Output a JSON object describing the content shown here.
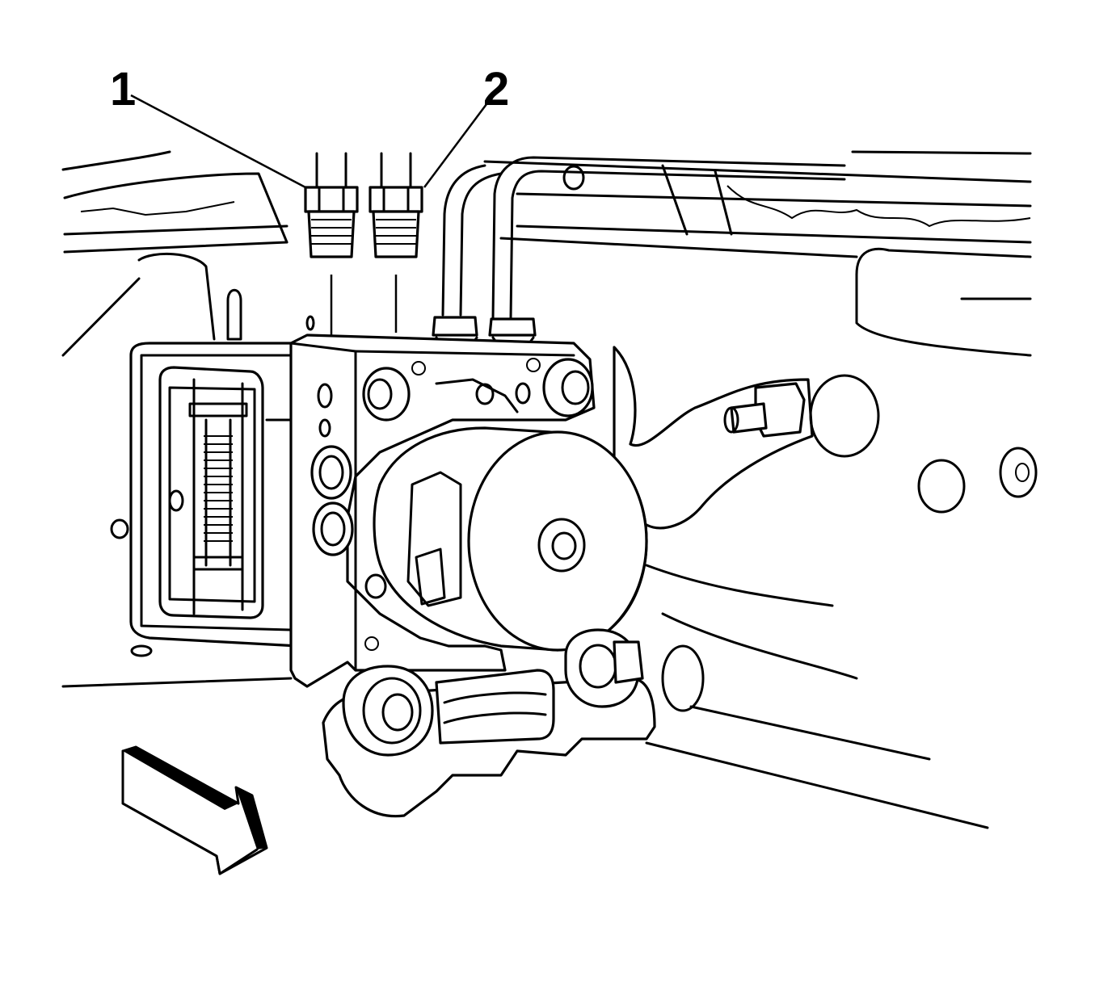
{
  "diagram": {
    "colors": {
      "line": "#000000",
      "background": "#ffffff"
    },
    "callouts": [
      {
        "id": "1",
        "label": "1"
      },
      {
        "id": "2",
        "label": "2"
      }
    ],
    "icons": [
      "direction-arrow-icon"
    ]
  }
}
